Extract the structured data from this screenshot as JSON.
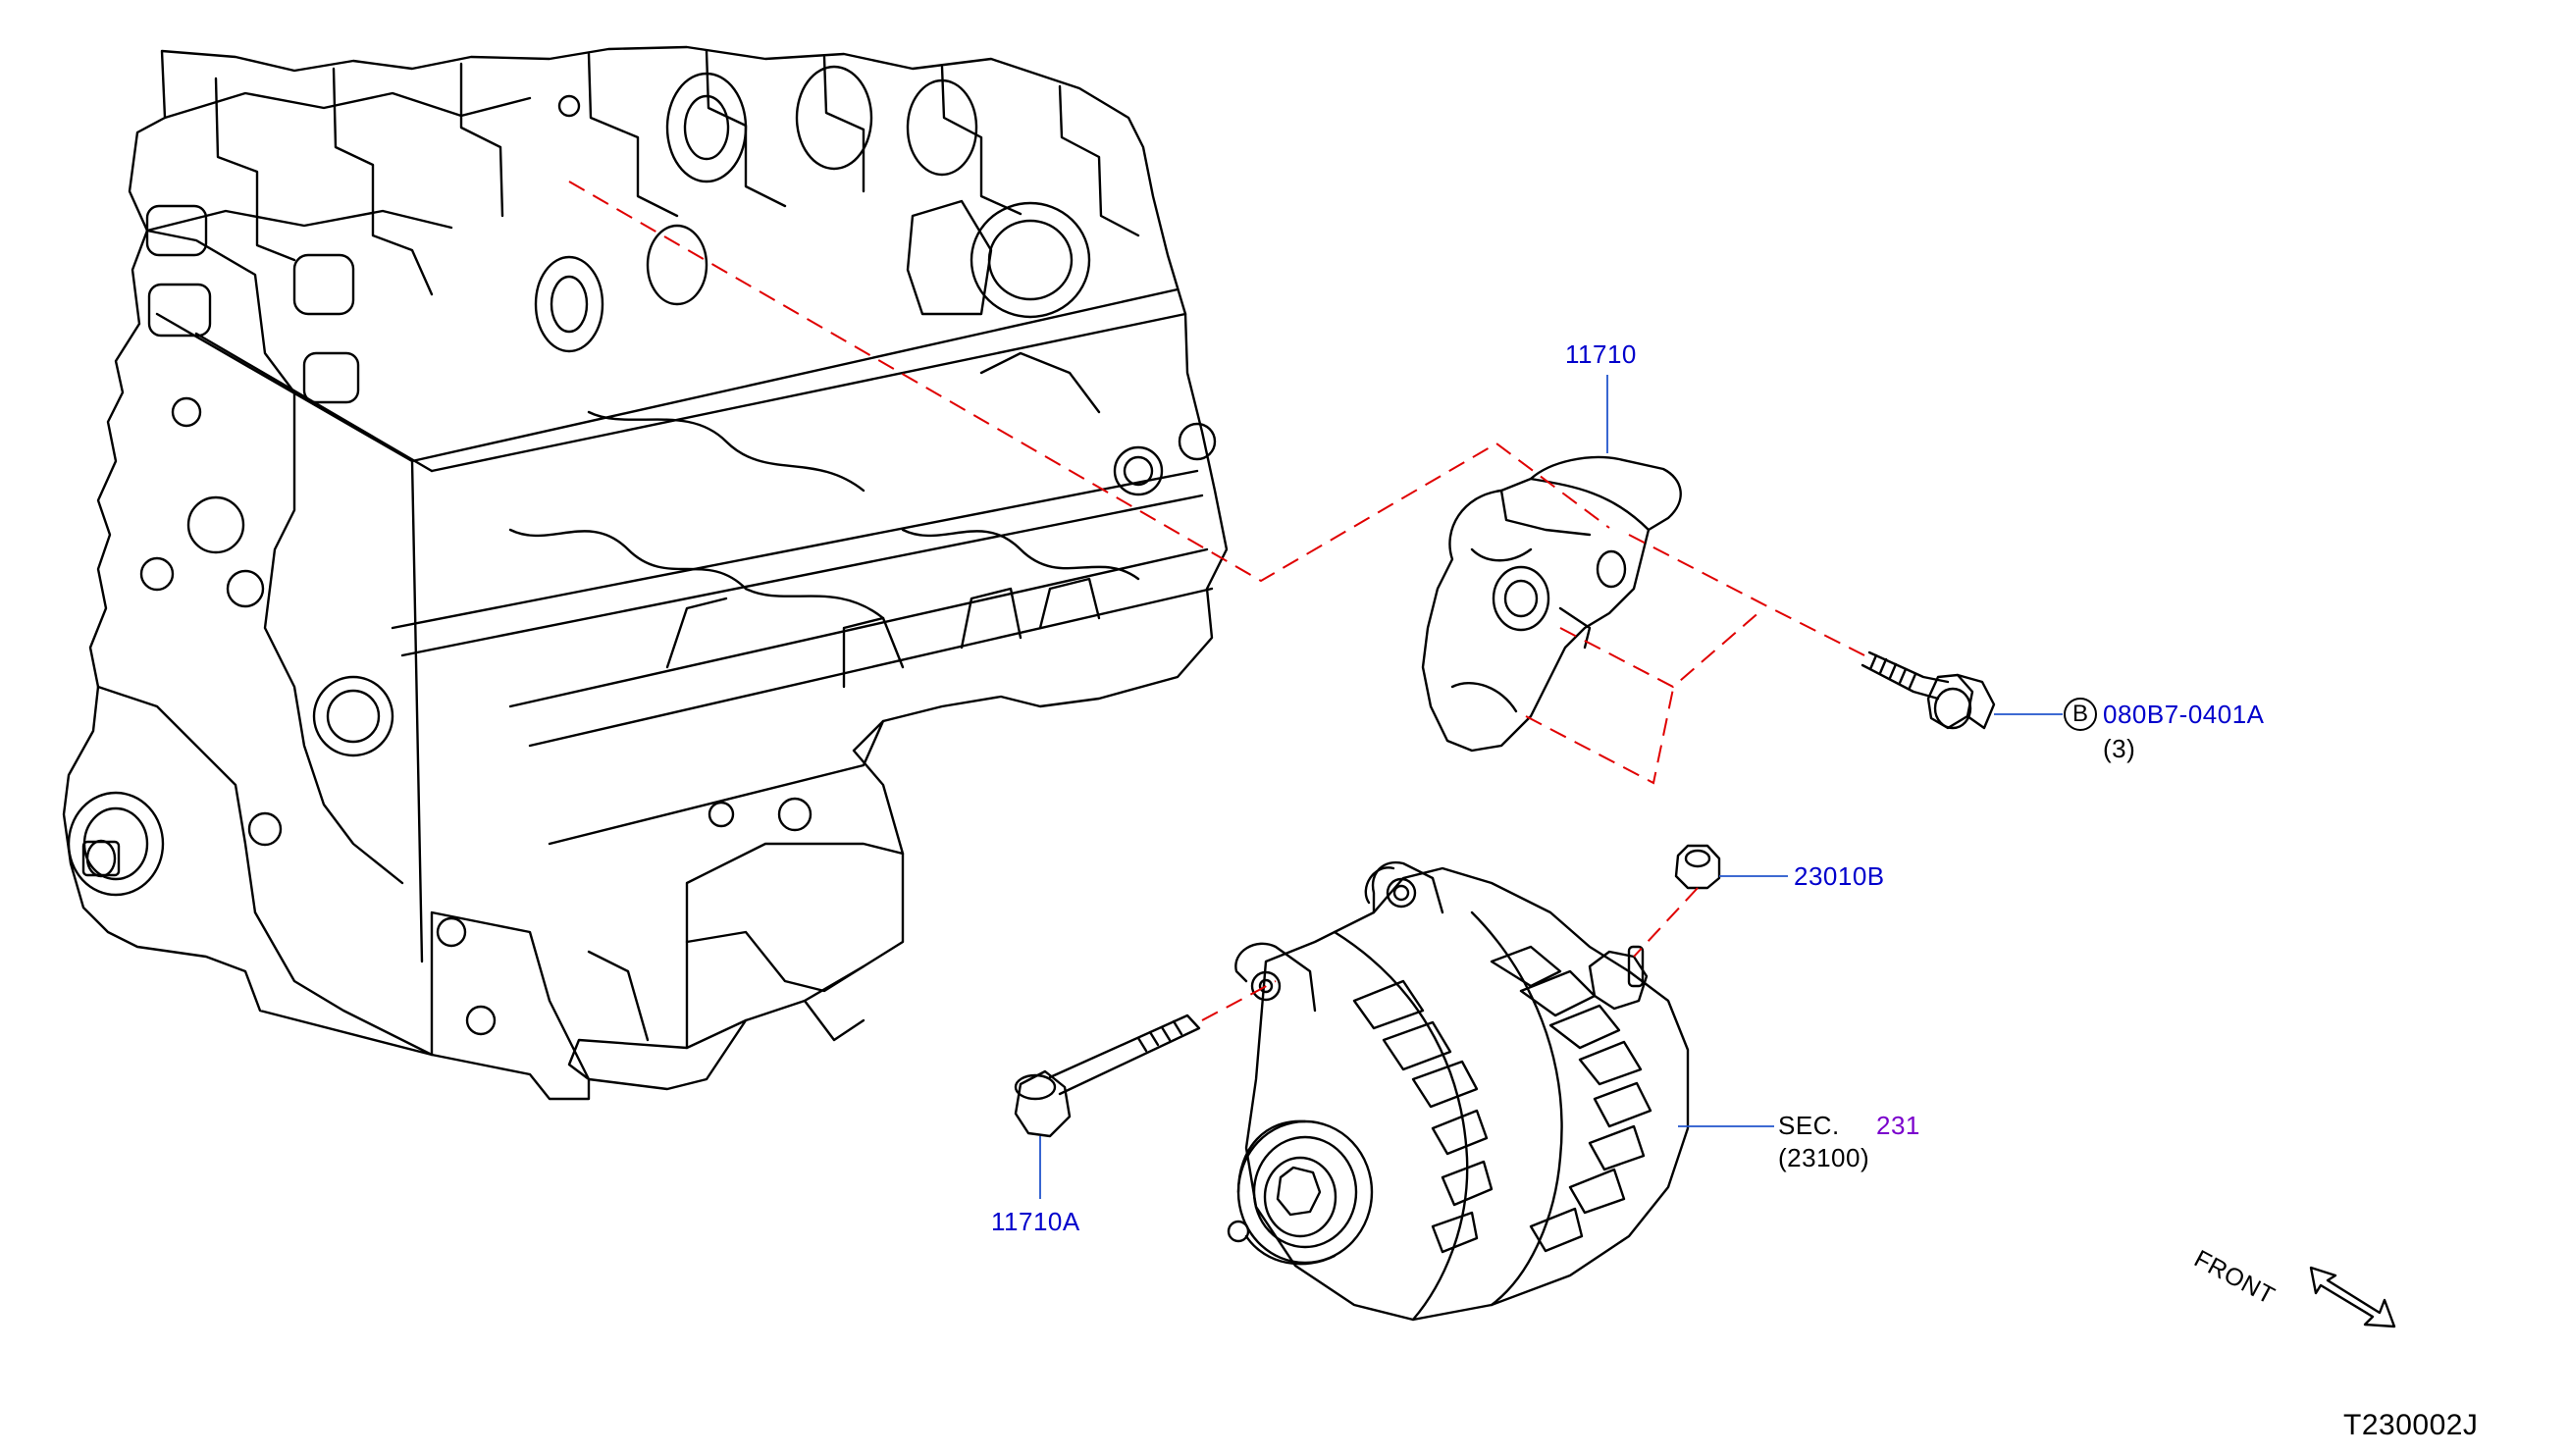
{
  "callouts": {
    "bracket": "11710",
    "bracket_bolt_code": "B",
    "bracket_bolt": "080B7-0401A",
    "bracket_bolt_qty": "(3)",
    "nut": "23010B",
    "section_prefix": "SEC.",
    "section_number": "231",
    "alternator_part": "(23100)",
    "long_bolt": "11710A"
  },
  "front_label": "FRONT",
  "diagram_id": "T230002J",
  "colors": {
    "line": "#000000",
    "callout": "#0000cc",
    "section_link": "#7a00cc",
    "leader": "#2255cc",
    "dashed": "#e00000"
  }
}
